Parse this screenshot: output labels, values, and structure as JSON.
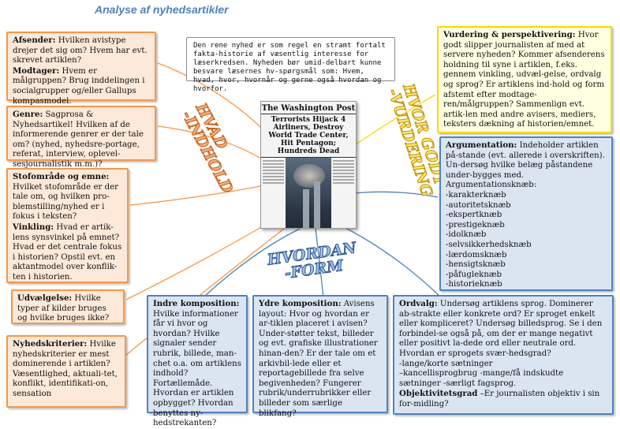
{
  "title": "Analyse af nyhedsartikler",
  "center_note": "Den rene nyhed er som regel en stramt fortalt fakta-historie af væsentlig interesse for læserkredsen. Nyheden bør umid-delbart kunne besvare læsernes hv-spørgsmål som: Hvem, hvad, hvor, hvornår og gerne også hvordan og hvorfor.",
  "newspaper": {
    "masthead": "The Washington Post",
    "headline": "Terrorists Hijack 4 Airliners, Destroy World Trade Center, Hit Pentagon; Hundreds Dead"
  },
  "wordart": {
    "hvad": "HVAD\n-INDHOLD",
    "hvor": "HVOR GODT\n-VURDERING",
    "hvordan": "HVORDAN\n-FORM"
  },
  "colors": {
    "orange": "#f79646",
    "yellow": "#ffd700",
    "blue": "#4f81bd"
  },
  "boxes": {
    "afsender": {
      "h1": "Afsender:",
      "t1": " Hvilken avistype drejer det sig om? Hvem har evt. skrevet artiklen?",
      "h2": "Modtager:",
      "t2": " Hvem er målgruppen? Brug inddelingen i socialgrupper og/eller Gallups kompasmodel."
    },
    "genre": {
      "h": "Genre:",
      "t": " Sagprosa & Nyhedsartikel! Hvilken af de informerende genrer er der tale om? (nyhed, nyhedsre-portage, referat, interview, oplevel-sesjournalistik m.m.)?"
    },
    "stofomraade": {
      "h1": "Stofområde og emne:",
      "t1": " Hvilket stofområde er der tale om, og hvilken pro-blemstilling/nyhed er i fokus i teksten?",
      "h2": "Vinkling:",
      "t2": " Hvad er artik-lens synsvinkel på emnet? Hvad er det centrale fokus i historien? Opstil evt. en aktantmodel over konflik-ten i historien."
    },
    "udvalgelse": {
      "h": "Udvælgelse:",
      "t": " Hvilke typer af kilder bruges og hvilke bruges ikke?"
    },
    "nyhedskriterier": {
      "h": "Nyhedskriterier:",
      "t": " Hvilke nyhedskriterier er mest dominerende i artiklen? Væsentlighed, aktuali-tet, konflikt, identifikati-on, sensation"
    },
    "vurdering": {
      "h": "Vurdering & perspektivering:",
      "t": " Hvor godt slipper journalisten af med at servere nyheden? Kommer afsenderens holdning til syne i artiklen, f.eks. gennem vinkling, udvæl-gelse, ordvalg og sprog? Er artiklens ind-hold og form afstemt efter modtage-ren/målgruppen? Sammenlign evt. artik-len med andre avisers, mediers, teksters dækning af historien/emnet."
    },
    "argumentation": {
      "h": "Argumentation:",
      "t": " Indeholder artiklen på-stande (evt. allerede i overskriften). Un-dersøg hvilke belæg påstandene under-bygges med.",
      "sub": "Argumentationsknæb:",
      "items": [
        "-karakterknæb",
        "-autoritetsknæb",
        "-ekspertknæb",
        "-prestigeknæb",
        "-idolknæb",
        "-selvsikkerhedsknæb",
        "-lærdomsknæb",
        "-hensigtsknæb",
        "-påfugleknæb",
        "-historieknæb"
      ]
    },
    "indre": {
      "h": "Indre komposition:",
      "t": " Hvilke informationer får vi hvor og hvordan? Hvilke signaler sender rubrik, billede, man-chet o.a. om artiklens indhold? Fortællemåde. Hvordan er artiklen opbygget? Hvordan benyttes ny-hedstrekanten?"
    },
    "ydre": {
      "h": "Ydre komposition:",
      "t": " Avisens layout: Hvor og hvordan er ar-tiklen placeret i avisen? Under-støtter tekst, billeder og evt. grafiske illustrationer hinan-den? Er der tale om et arkivbil-lede eller et reportagebillede fra selve begivenheden? Fungerer rubrik/underrubrikker eller billeder som særlige blikfang?"
    },
    "ordvalg": {
      "h": "Ordvalg:",
      "t": " Undersøg artiklens sprog. Dominerer ab-strakte eller konkrete ord? Er sproget enkelt eller kompliceret? Undersøg billedsprog. Se i den forbindel-se også på, om der er mange negativt eller positivt la-dede ord eller neutrale ord. Hvordan er sprogets svær-hedsgrad?",
      "l1": "-lange/korte sætninger",
      "l2": "–kancellisprogbrug -mange/få indskudte sætninger -særligt fagsprog.",
      "h2": "Objektivitetsgrad",
      "t2": " –Er journalisten objektiv i sin for-midling?"
    }
  }
}
